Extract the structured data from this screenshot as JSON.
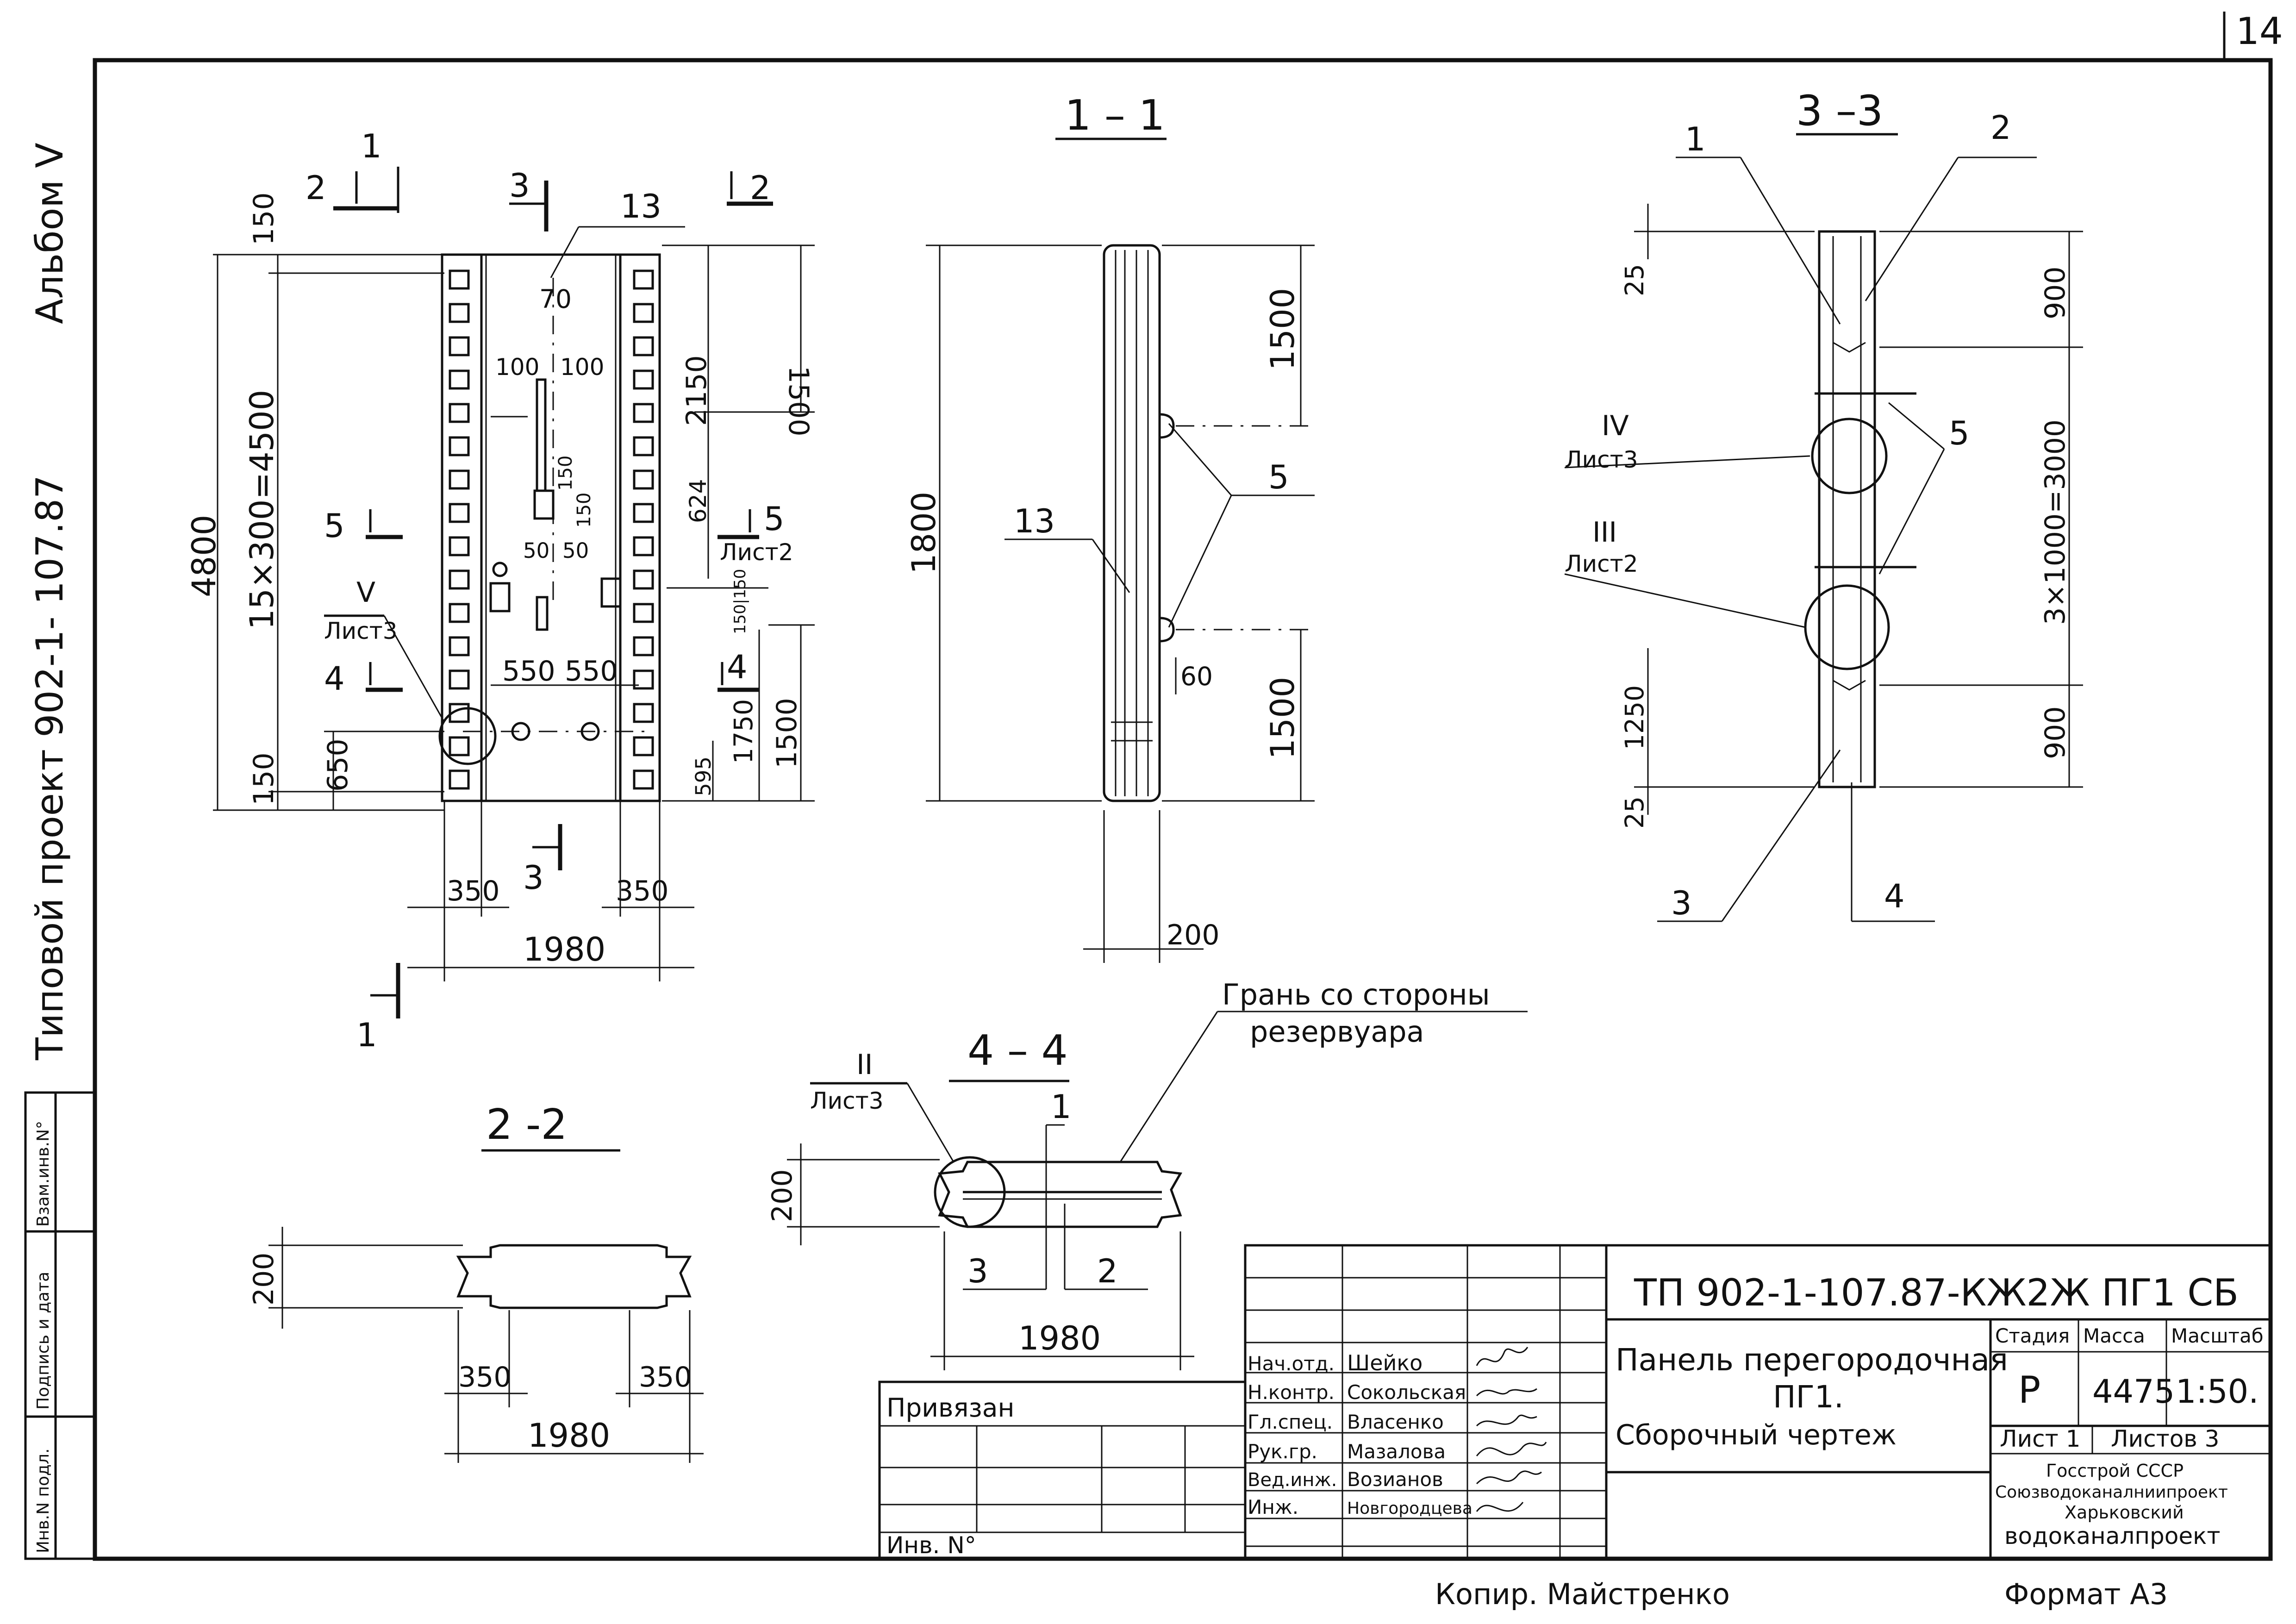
{
  "sheet": {
    "number": "14",
    "album": "Альбом V",
    "project": "Типовой проект 902-1- 107.87",
    "copied_by": "Копир. Майстренко",
    "format": "Формат А3"
  },
  "side_stamp": {
    "inv_podl": "Инв.N подл.",
    "signature_date": "Подпись и дата",
    "vzam_inv": "Взам.инв.N°"
  },
  "view_front": {
    "section_marks": {
      "s1_top": "1",
      "s1_bottom": "1",
      "s2": "2",
      "s2_right": "2",
      "s3_top": "3",
      "s3_bottom": "3",
      "s4_left": "4",
      "s4_right": "4",
      "s5_left": "5",
      "s5_right": "5"
    },
    "callout_v": "V",
    "callout_v_sheet": "Лист3",
    "callout_13": "13",
    "dims": {
      "d4800": "4800",
      "d15x300": "15×300=4500",
      "d150_top": "150",
      "d150_bot": "150",
      "d650": "650",
      "d70": "70",
      "d100a": "100",
      "d100b": "100",
      "d150_1": "150",
      "d150_2": "150",
      "d50a": "50",
      "d50b": "50",
      "d550a": "550",
      "d550b": "550",
      "d1500_top": "1500",
      "d2150": "2150",
      "d624": "624",
      "d150_150": "150|150",
      "d1750": "1750",
      "d1500_bot": "1500",
      "d595": "595",
      "d350a": "350",
      "d350b": "350",
      "d1980": "1980",
      "lst2": "Лист2"
    }
  },
  "section_1_1": {
    "title": "1 – 1",
    "label_13": "13",
    "label_5": "5",
    "d1800": "1800",
    "d1500_top": "1500",
    "d1500_bot": "1500",
    "d60": "60",
    "d200": "200"
  },
  "section_3_3": {
    "title": "3 –3",
    "label_1": "1",
    "label_2": "2",
    "label_3": "3",
    "label_4": "4",
    "label_5": "5",
    "callout_iv": "IV",
    "callout_iv_sheet": "Лист3",
    "callout_iii": "III",
    "callout_iii_sheet": "Лист2",
    "d25_top": "25",
    "d25_bot": "25",
    "d900_top": "900",
    "d3x1000": "3×1000=3000",
    "d900_bot": "900",
    "d1250": "1250"
  },
  "section_2_2": {
    "title": "2 -2",
    "d200": "200",
    "d350a": "350",
    "d350b": "350",
    "d1980": "1980"
  },
  "section_4_4": {
    "title": "4 – 4",
    "callout_ii": "II",
    "callout_ii_sheet": "Лист3",
    "note_line1": "Грань со стороны",
    "note_line2": "резервуара",
    "label_1": "1",
    "label_2": "2",
    "label_3": "3",
    "d200": "200",
    "d1980": "1980"
  },
  "title_block": {
    "code": "ТП 902-1-107.87-КЖ2Ж ПГ1 СБ",
    "privyazan": "Привязан",
    "inv_no": "Инв. N°",
    "name_line1": "Панель перегородочная",
    "name_line2": "ПГ1.",
    "name_line3": "Сборочный      чертеж",
    "stage_header": "Стадия",
    "mass_header": "Масса",
    "scale_header": "Масштаб",
    "stage": "Р",
    "mass": "4475",
    "scale": "1:50.",
    "sheet": "Лист 1",
    "sheets_total": "Листов 3",
    "org_line1": "Госстрой СССР",
    "org_line2": "Союзводоканалниипроект",
    "org_line3": "Харьковский",
    "org_line4": "водоканалпроект",
    "staff": [
      {
        "role": "Нач.отд.",
        "name": "Шейко"
      },
      {
        "role": "Н.контр.",
        "name": "Сокольская"
      },
      {
        "role": "Гл.спец.",
        "name": "Власенко"
      },
      {
        "role": "Рук.гр.",
        "name": "Мазалова"
      },
      {
        "role": "Вед.инж.",
        "name": "Возианов"
      },
      {
        "role": "Инж.",
        "name": "Новгородцева"
      }
    ]
  }
}
